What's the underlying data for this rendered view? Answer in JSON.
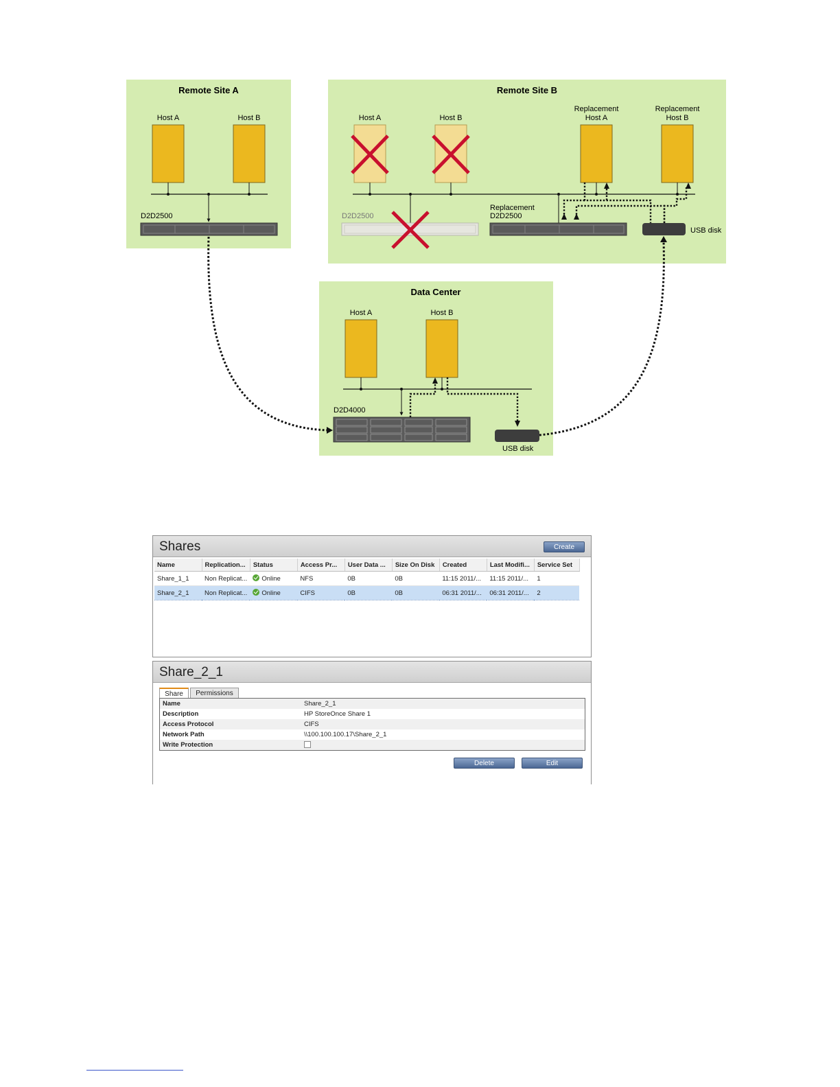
{
  "diagram": {
    "remote_site_a": {
      "title": "Remote Site A",
      "hosts": [
        "Host A",
        "Host B"
      ],
      "appliance": "D2D2500"
    },
    "remote_site_b": {
      "title": "Remote Site B",
      "hosts": [
        "Host A",
        "Host B"
      ],
      "replacement_host_a": [
        "Replacement",
        "Host A"
      ],
      "replacement_host_b": [
        "Replacement",
        "Host B"
      ],
      "appliance": "D2D2500",
      "replacement_appliance": [
        "Replacement",
        "D2D2500"
      ],
      "usb_disk": "USB disk"
    },
    "data_center": {
      "title": "Data Center",
      "hosts": [
        "Host A",
        "Host B"
      ],
      "appliance": "D2D4000",
      "usb_disk": "USB disk"
    },
    "colors": {
      "site_background": "#d5ecb1",
      "host_fill": "#ebb81f",
      "failed_host_fill": "#f3dc93",
      "failure_mark": "#c8102e",
      "usb_disk": "#3d3d3d"
    }
  },
  "shares": {
    "title": "Shares",
    "create_label": "Create",
    "columns": [
      "Name",
      "Replication...",
      "Status",
      "Access Pr...",
      "User Data ...",
      "Size On Disk",
      "Created",
      "Last Modifi...",
      "Service Set"
    ],
    "rows": [
      [
        "Share_1_1",
        "Non Replicat...",
        "Online",
        "NFS",
        "0B",
        "0B",
        "11:15 2011/...",
        "11:15 2011/...",
        "1"
      ],
      [
        "Share_2_1",
        "Non Replicat...",
        "Online",
        "CIFS",
        "0B",
        "0B",
        "06:31 2011/...",
        "06:31 2011/...",
        "2"
      ]
    ],
    "selected_row": 1
  },
  "detail": {
    "title": "Share_2_1",
    "tabs": [
      "Share",
      "Permissions"
    ],
    "properties": [
      {
        "label": "Name",
        "value": "Share_2_1"
      },
      {
        "label": "Description",
        "value": "HP StoreOnce Share 1"
      },
      {
        "label": "Access Protocol",
        "value": "CIFS"
      },
      {
        "label": "Network Path",
        "value": "\\\\100.100.100.17\\Share_2_1"
      },
      {
        "label": "Write Protection",
        "value": ""
      }
    ],
    "delete_label": "Delete",
    "edit_label": "Edit"
  }
}
